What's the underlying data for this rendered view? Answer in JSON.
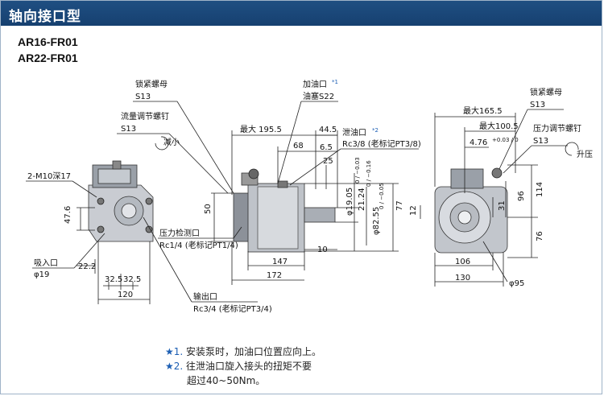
{
  "title": "轴向接口型",
  "models": [
    "AR16-FR01",
    "AR22-FR01"
  ],
  "labels": {
    "lock_nut_left": "锁紧螺母",
    "lock_nut_left_size": "S13",
    "flow_screw": "流量调节螺钉",
    "flow_screw_size": "S13",
    "decrease": "减小",
    "m10": "2-M10深17",
    "inlet": "吸入口",
    "inlet_size": "φ19",
    "oil_fill": "加油口",
    "oil_fill_star": "*1",
    "oil_plug": "油塞S22",
    "drain": "泄油口",
    "drain_star": "*2",
    "drain_size": "Rc3/8 (老标记PT3/8)",
    "gauge_port": "压力检测口",
    "gauge_size": "Rc1/4 (老标记PT1/4)",
    "outlet": "输出口",
    "outlet_size": "Rc3/4 (老标记PT3/4)",
    "lock_nut_right": "锁紧螺母",
    "lock_nut_right_size": "S13",
    "pressure_screw": "压力调节螺钉",
    "pressure_screw_size": "S13",
    "increase": "升压"
  },
  "dims": {
    "d47_6": "47.6",
    "d22_2": "22.2",
    "d32_5a": "32.5",
    "d32_5b": "32.5",
    "d120": "120",
    "d195_5": "最大 195.5",
    "d44_5": "44.5",
    "d68": "68",
    "d6_5": "6.5",
    "d25": "25",
    "d50": "50",
    "d19_05": "φ19.05",
    "d19_05_tol": "0 / −0.03",
    "d21_24": "21.24",
    "d21_24_tol": "0 / −0.16",
    "d82_55": "φ82.55",
    "d82_55_tol": "0 / −0.05",
    "d77": "77",
    "d10": "10",
    "d147": "147",
    "d172": "172",
    "d165_5": "最大165.5",
    "d100_5": "最大100.5",
    "d4_76": "4.76",
    "d4_76_tol": "+0.03 / 0",
    "d12": "12",
    "d31": "31",
    "d96": "96",
    "d114": "114",
    "d76": "76",
    "d106": "106",
    "d130": "130",
    "d95": "φ95"
  },
  "notes": [
    {
      "mark": "★1.",
      "text": "安装泵时，加油口位置应向上。"
    },
    {
      "mark": "★2.",
      "text": "往泄油口旋入接头的扭矩不要"
    },
    {
      "mark": "",
      "text": "超过40~50Nm。"
    }
  ]
}
